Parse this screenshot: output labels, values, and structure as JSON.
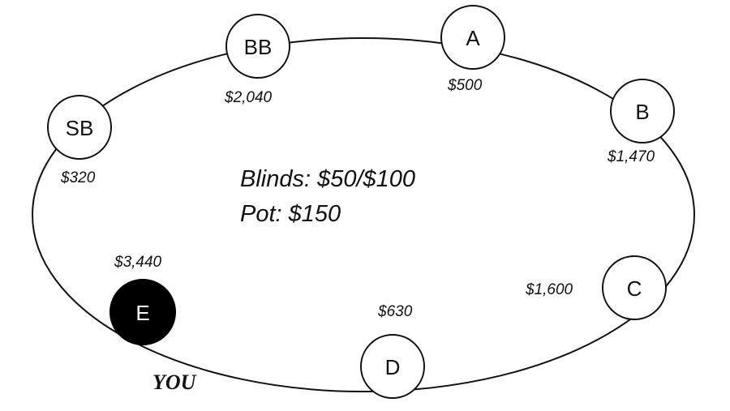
{
  "table": {
    "blinds": "Blinds: $50/$100",
    "pot": "Pot: $150"
  },
  "hero_label": "YOU",
  "colors": {
    "line": "#111111",
    "seat_fill": "#ffffff",
    "hero_fill": "#000000",
    "hero_text": "#ffffff"
  },
  "seats": [
    {
      "id": "sb",
      "label": "SB",
      "stack": "$320"
    },
    {
      "id": "bb",
      "label": "BB",
      "stack": "$2,040"
    },
    {
      "id": "a",
      "label": "A",
      "stack": "$500"
    },
    {
      "id": "b",
      "label": "B",
      "stack": "$1,470"
    },
    {
      "id": "c",
      "label": "C",
      "stack": "$1,600"
    },
    {
      "id": "d",
      "label": "D",
      "stack": "$630"
    },
    {
      "id": "e",
      "label": "E",
      "stack": "$3,440",
      "hero": true
    }
  ]
}
